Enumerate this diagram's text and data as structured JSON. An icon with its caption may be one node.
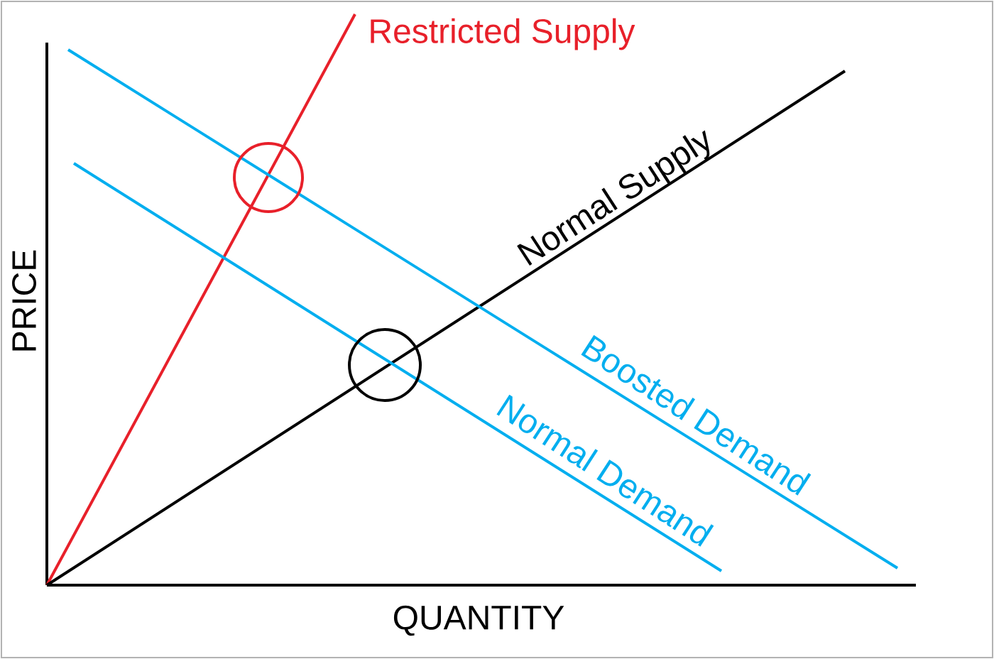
{
  "diagram": {
    "labels": [
      "Restricted Supply",
      "Normal Supply",
      "PRICE",
      "Boosted Demand",
      "Normal Demand",
      "QUANTITY"
    ]
  }
}
